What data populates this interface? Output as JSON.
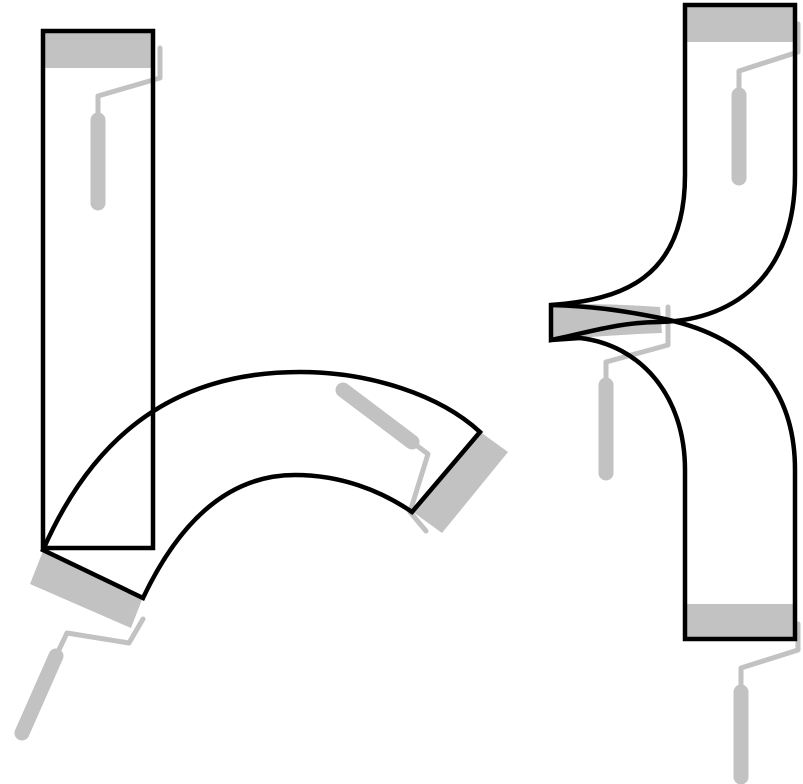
{
  "colors": {
    "background": "#ffffff",
    "outline": "#000000",
    "paint": "#c2c2c2",
    "roller": "#c2c2c2"
  },
  "figures": [
    {
      "name": "straight-stripe-with-roller",
      "icon": "paint-roller-icon"
    },
    {
      "name": "curved-arch-stripe-with-rollers",
      "icon": "paint-roller-icon"
    },
    {
      "name": "pinched-hourglass-stripe-with-rollers",
      "icon": "paint-roller-icon"
    }
  ]
}
